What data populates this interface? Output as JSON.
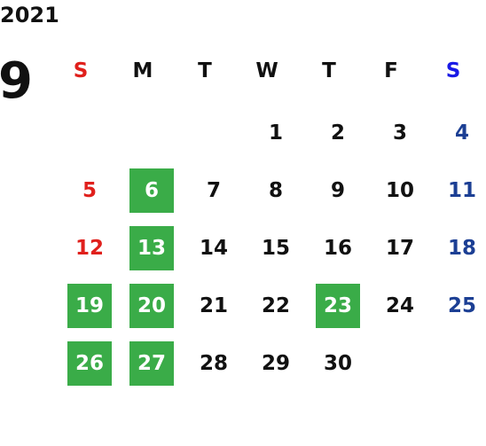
{
  "calendar": {
    "year": "2021",
    "month": "9",
    "weekdays": [
      {
        "label": "S",
        "color": "#e0201c"
      },
      {
        "label": "M",
        "color": "#111111"
      },
      {
        "label": "T",
        "color": "#111111"
      },
      {
        "label": "W",
        "color": "#111111"
      },
      {
        "label": "T",
        "color": "#111111"
      },
      {
        "label": "F",
        "color": "#111111"
      },
      {
        "label": "S",
        "color": "#1a1ae6"
      }
    ],
    "weeks": [
      [
        "",
        "",
        "",
        "1",
        "2",
        "3",
        "4"
      ],
      [
        "5",
        "6",
        "7",
        "8",
        "9",
        "10",
        "11"
      ],
      [
        "12",
        "13",
        "14",
        "15",
        "16",
        "17",
        "18"
      ],
      [
        "19",
        "20",
        "21",
        "22",
        "23",
        "24",
        "25"
      ],
      [
        "26",
        "27",
        "28",
        "29",
        "30",
        "",
        ""
      ]
    ],
    "highlighted_days": [
      "6",
      "13",
      "19",
      "20",
      "23",
      "26",
      "27"
    ],
    "colors": {
      "sunday": "#e0201c",
      "saturday": "#1c3f94",
      "highlight": "#3aac48"
    }
  }
}
